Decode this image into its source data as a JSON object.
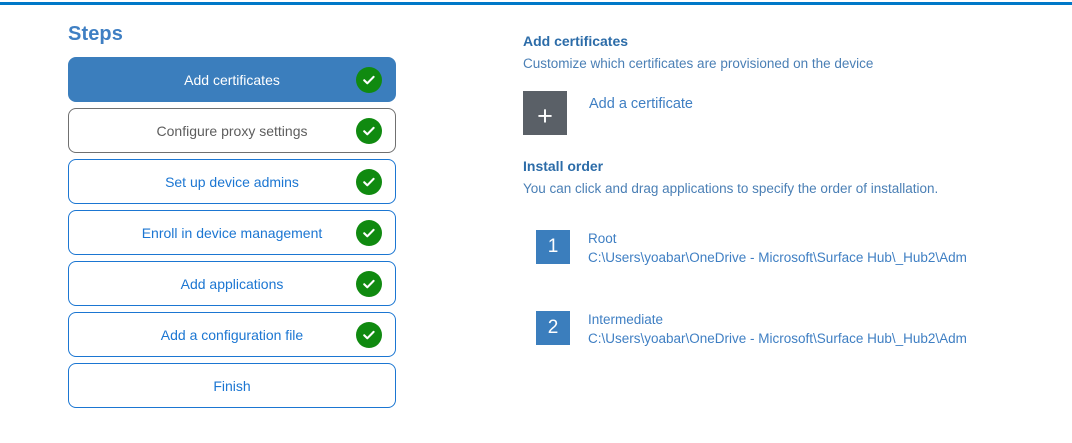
{
  "theme": {
    "accent_rule": "#0078c8",
    "selected_step_bg": "#3b7ebd",
    "link_blue": "#1b76d2",
    "heading_blue": "#2c6ca8",
    "check_green": "#108a10",
    "plus_tile_gray": "#5a6067",
    "muted_step_border": "#707070"
  },
  "steps_panel": {
    "title": "Steps",
    "items": [
      {
        "label": "Add certificates",
        "state": "selected",
        "completed": true,
        "check_icon": "check-circle-icon"
      },
      {
        "label": "Configure proxy settings",
        "state": "muted",
        "completed": true,
        "check_icon": "check-circle-icon"
      },
      {
        "label": "Set up device admins",
        "state": "default",
        "completed": true,
        "check_icon": "check-circle-icon"
      },
      {
        "label": "Enroll in device management",
        "state": "default",
        "completed": true,
        "check_icon": "check-circle-icon"
      },
      {
        "label": "Add applications",
        "state": "default",
        "completed": true,
        "check_icon": "check-circle-icon"
      },
      {
        "label": "Add a configuration file",
        "state": "default",
        "completed": true,
        "check_icon": "check-circle-icon"
      },
      {
        "label": "Finish",
        "state": "default",
        "completed": false,
        "check_icon": ""
      }
    ]
  },
  "detail": {
    "heading": "Add certificates",
    "subtitle": "Customize which certificates are provisioned on the device",
    "add_certificate": {
      "icon": "plus-icon",
      "glyph": "+",
      "label": "Add a certificate"
    },
    "install_order": {
      "heading": "Install order",
      "hint": "You can click and drag applications to specify the order of installation.",
      "items": [
        {
          "number": "1",
          "name": "Root",
          "path": "C:\\Users\\yoabar\\OneDrive - Microsoft\\Surface Hub\\_Hub2\\Adm"
        },
        {
          "number": "2",
          "name": "Intermediate",
          "path": "C:\\Users\\yoabar\\OneDrive - Microsoft\\Surface Hub\\_Hub2\\Adm"
        }
      ]
    }
  }
}
